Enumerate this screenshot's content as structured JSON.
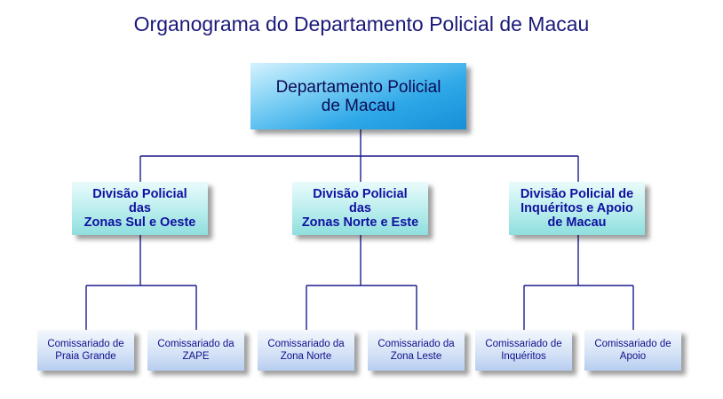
{
  "title": "Organograma do Departamento Policial de Macau",
  "root": {
    "label": "Departamento Policial\nde Macau"
  },
  "divisions": [
    {
      "label": "Divisão Policial\ndas\nZonas Sul e Oeste",
      "children": [
        {
          "label": "Comissariado de\nPraia Grande"
        },
        {
          "label": "Comissariado da\nZAPE"
        }
      ]
    },
    {
      "label": "Divisão Policial\ndas\nZonas Norte e Este",
      "children": [
        {
          "label": "Comissariado da\nZona Norte"
        },
        {
          "label": "Comissariado da\nZona Leste"
        }
      ]
    },
    {
      "label": "Divisão Policial de\nInquéritos e Apoio\nde Macau",
      "children": [
        {
          "label": "Comissariado de\nInquéritos"
        },
        {
          "label": "Comissariado de\nApoio"
        }
      ]
    }
  ],
  "colors": {
    "title": "#1a1a7a",
    "connector": "#1c1c8c",
    "text": "#0a0a6a"
  }
}
